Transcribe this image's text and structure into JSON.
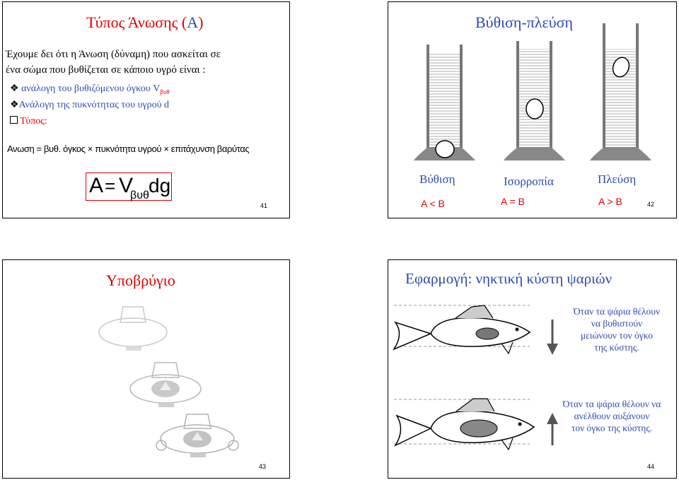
{
  "slide41": {
    "title_main": "Τύπος Άνωσης (",
    "title_letter": "Α",
    "title_close": ")",
    "intro_line1": "Έχουμε δει ότι η Άνωση (δύναμη) που ασκείται  σε",
    "intro_line2": "ένα σώμα που βυθίζεται σε κάποιο υγρό είναι :",
    "bullet1_text": " ανάλογη του βυθιζόμενου όγκου V",
    "bullet1_sub": "βυθ",
    "bullet2_text": "Ανάλογη της πυκνότητας του υγρού d",
    "bullet3_text": " Τύπος:",
    "formula_lhs": "Ανωση",
    "formula_eq": " = ",
    "formula_t1": "βυθ. όγκος",
    "formula_t2": "πυκνότητα υγρού",
    "formula_t3": "επιτάχυνση βαρύτας",
    "times": "×",
    "box_A": "Α",
    "box_eq": "=",
    "box_V": "V",
    "box_sub": "βυθ",
    "box_dg": "dg",
    "page": "41"
  },
  "slide42": {
    "title": "Βύθιση-πλεύση",
    "label1": "Βύθιση",
    "label2": "Ισορροπία",
    "label3": "Πλεύση",
    "rel1": "Α < Β",
    "rel2": "Α = Β",
    "rel3": "Α > Β",
    "page": "42"
  },
  "slide43": {
    "title": "Υποβρύγιο",
    "page": "43"
  },
  "slide44": {
    "title": "Εφαρμογή: νηκτική κύστη ψαριών",
    "text1": [
      "Όταν τα ψάρια θέλουν",
      "να βυθιστούν",
      "μειώνουν τον όγκο",
      "της κύστης."
    ],
    "text2": [
      "Όταν τα ψάρια θέλουν να",
      "ανέλθουν αυξάνουν",
      "τον όγκο της κύστης."
    ],
    "page": "44"
  },
  "colors": {
    "red": "#e00000",
    "blue": "#2e4bb0",
    "black": "#000000"
  }
}
